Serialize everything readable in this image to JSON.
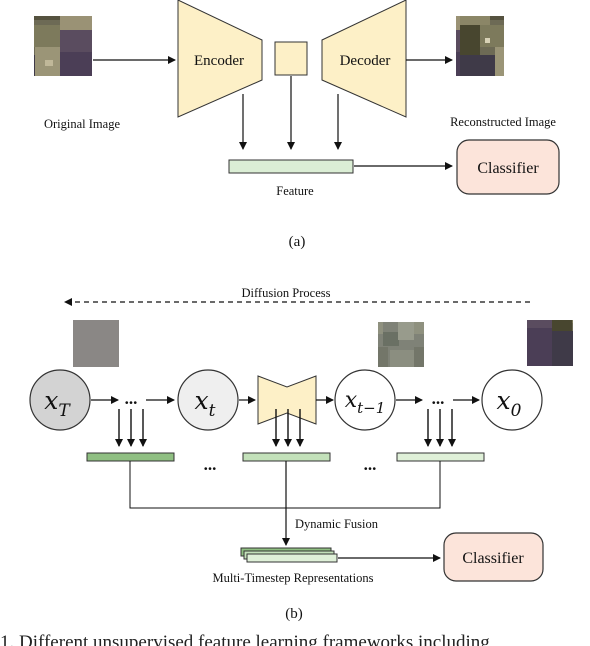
{
  "panel_a": {
    "original_image_label": "Original Image",
    "reconstructed_image_label": "Reconstructed Image",
    "encoder_label": "Encoder",
    "decoder_label": "Decoder",
    "feature_label": "Feature",
    "classifier_label": "Classifier",
    "panel_label": "(a)"
  },
  "panel_b": {
    "diffusion_process_label": "Diffusion Process",
    "nodes": {
      "xT": {
        "base": "x",
        "sub": "T"
      },
      "xt": {
        "base": "x",
        "sub": "t"
      },
      "xt_minus_1": {
        "base": "x",
        "sub": "t−1"
      },
      "x0": {
        "base": "x",
        "sub": "0"
      }
    },
    "ellipsis": "...",
    "dynamic_fusion_label": "Dynamic Fusion",
    "multi_timestep_label": "Multi-Timestep Representations",
    "classifier_label": "Classifier",
    "panel_label": "(b)"
  },
  "figure_caption_fragment": "1.   Different unsupervised feature learning frameworks including",
  "colors": {
    "encoder_fill": "#fdf0c7",
    "feature_bar_fill": "#dbeed5",
    "classifier_fill": "#fce4da",
    "node_xT_fill": "#d3d3d3",
    "node_xt_fill": "#efefef",
    "stroke": "#333333"
  }
}
